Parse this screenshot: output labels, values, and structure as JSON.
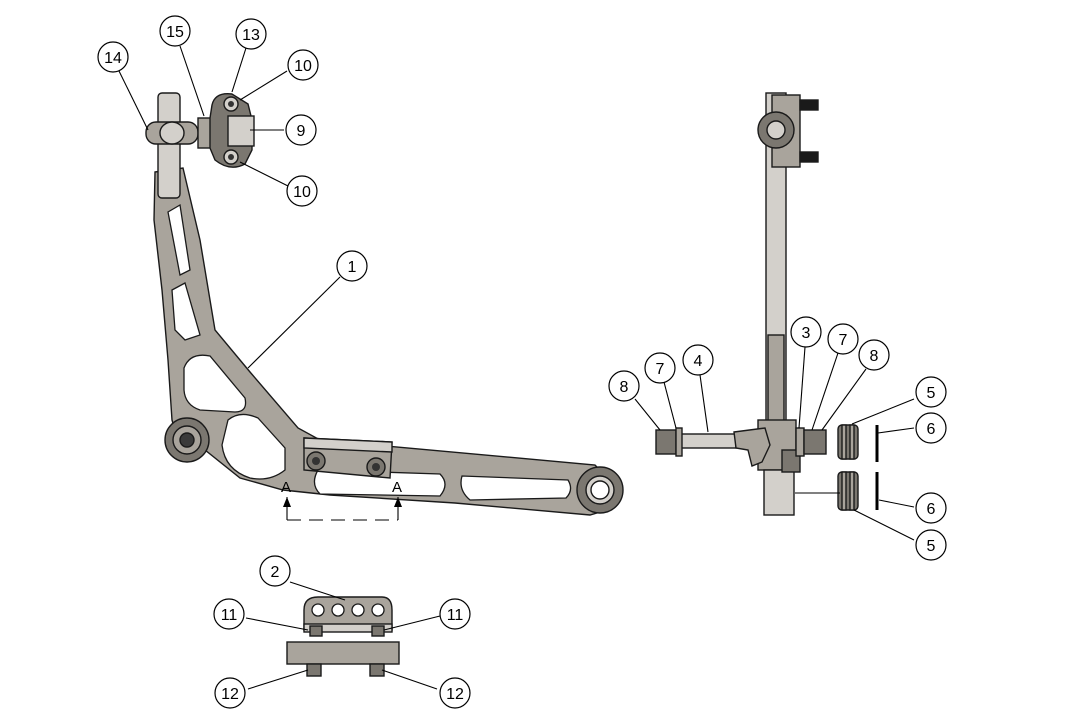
{
  "balloons": [
    {
      "id": "b14",
      "label": "14"
    },
    {
      "id": "b15",
      "label": "15"
    },
    {
      "id": "b13",
      "label": "13"
    },
    {
      "id": "b10a",
      "label": "10"
    },
    {
      "id": "b9",
      "label": "9"
    },
    {
      "id": "b10b",
      "label": "10"
    },
    {
      "id": "b1",
      "label": "1"
    },
    {
      "id": "b2",
      "label": "2"
    },
    {
      "id": "b11a",
      "label": "11"
    },
    {
      "id": "b11b",
      "label": "11"
    },
    {
      "id": "b12a",
      "label": "12"
    },
    {
      "id": "b12b",
      "label": "12"
    },
    {
      "id": "b3",
      "label": "3"
    },
    {
      "id": "b7a",
      "label": "7"
    },
    {
      "id": "b8a",
      "label": "8"
    },
    {
      "id": "b8b",
      "label": "8"
    },
    {
      "id": "b7b",
      "label": "7"
    },
    {
      "id": "b4",
      "label": "4"
    },
    {
      "id": "b5a",
      "label": "5"
    },
    {
      "id": "b6a",
      "label": "6"
    },
    {
      "id": "b6b",
      "label": "6"
    },
    {
      "id": "b5b",
      "label": "5"
    }
  ],
  "section": {
    "left": "A",
    "right": "A"
  }
}
